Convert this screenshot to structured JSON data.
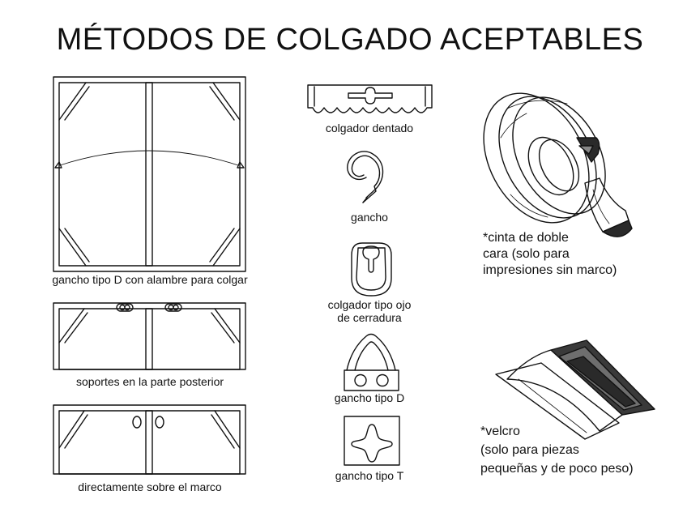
{
  "title": "MÉTODOS DE COLGADO ACEPTABLES",
  "colors": {
    "ink": "#111111",
    "background": "#ffffff"
  },
  "labels": {
    "frame_d_hook": "gancho tipo D con alambre para colgar",
    "frame_supports": "soportes en la parte posterior",
    "frame_direct": "directamente sobre el marco",
    "sawtooth": "colgador dentado",
    "hook": "gancho",
    "keyhole_line1": "colgador tipo ojo",
    "keyhole_line2": "de cerradura",
    "d_hook": "gancho tipo D",
    "t_hook": "gancho tipo T",
    "tape_line1": "*cinta de doble",
    "tape_line2": "cara (solo para",
    "tape_line3": "impresiones sin marco)",
    "velcro_line1": "*velcro",
    "velcro_line2": "(solo para piezas",
    "velcro_line3": "pequeñas y de poco peso)"
  }
}
